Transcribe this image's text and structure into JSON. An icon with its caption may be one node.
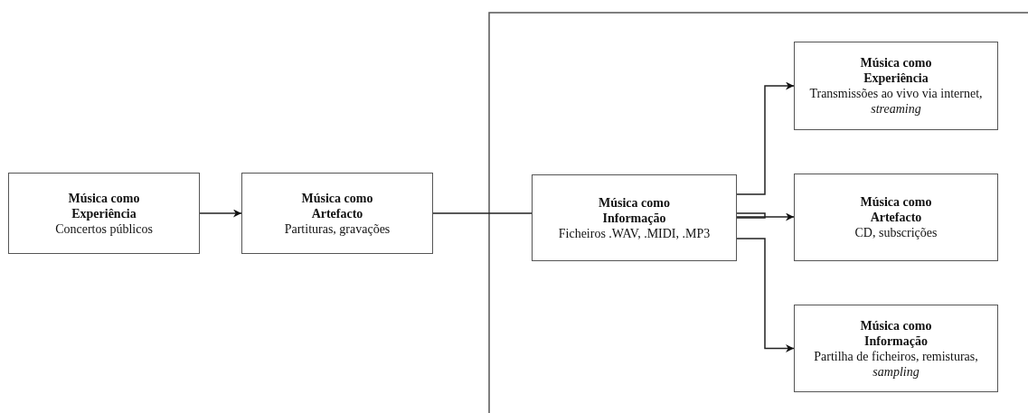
{
  "diagram": {
    "nodes": [
      {
        "text": [
          "Música como Experiência",
          "Concertos públicos"
        ]
      },
      {
        "text": [
          "Música como Artefacto",
          "Partituras, gravações"
        ]
      },
      {
        "text": [
          "Música como Informação",
          "Ficheiros .WAV, .MIDI, .MP3"
        ]
      },
      {
        "text": [
          "Música como Experiência",
          "Transmissões ao vivo via internet, *streaming*"
        ]
      },
      {
        "text": [
          "Música como Artefacto",
          "CD, subscrições"
        ]
      },
      {
        "text": [
          "Música como Informação",
          "Partilha de ficheiros, remisturas, *sampling*"
        ]
      }
    ],
    "edges": [
      {
        "from": 0,
        "to": 1,
        "arrow": "to"
      },
      {
        "from": 1,
        "to": 2,
        "arrow": "to"
      },
      {
        "from": 2,
        "to": 3,
        "arrow": "to"
      },
      {
        "from": 2,
        "to": 4,
        "arrow": "to"
      },
      {
        "from": 2,
        "to": 5,
        "arrow": "to"
      }
    ]
  }
}
